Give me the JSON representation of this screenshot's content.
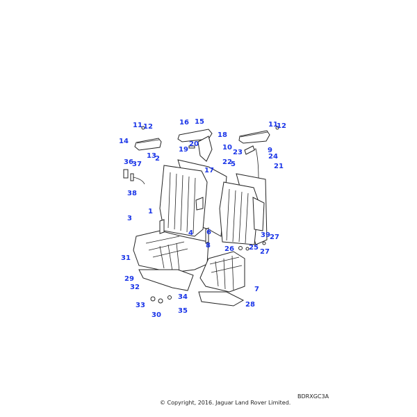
{
  "diagram": {
    "callouts": [
      "11",
      "12",
      "14",
      "13",
      "2",
      "16",
      "15",
      "18",
      "20",
      "19",
      "17",
      "22",
      "5",
      "10",
      "9",
      "11",
      "12",
      "23",
      "24",
      "21",
      "36",
      "37",
      "38",
      "1",
      "3",
      "4",
      "6",
      "8",
      "39",
      "27",
      "26",
      "25",
      "27",
      "31",
      "29",
      "32",
      "33",
      "34",
      "30",
      "35",
      "7",
      "28"
    ]
  },
  "footer": {
    "reference_code": "BDRXGC3A",
    "copyright": "© Copyright, 2016. Jaguar Land Rover Limited."
  }
}
